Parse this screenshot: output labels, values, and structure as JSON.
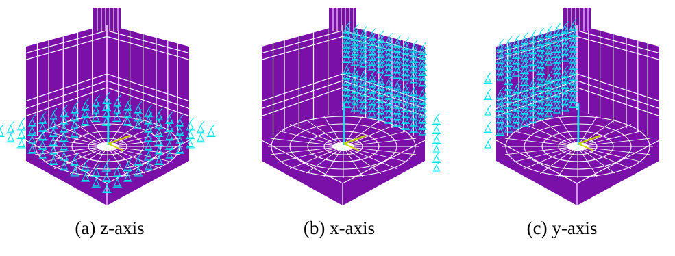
{
  "figure": {
    "panels": [
      {
        "caption": "(a) z-axis",
        "constraint_face": "floor"
      },
      {
        "caption": "(b) x-axis",
        "constraint_face": "right-wall"
      },
      {
        "caption": "(c) y-axis",
        "constraint_face": "left-wall"
      }
    ],
    "colors": {
      "mesh_fill": "#7b10a8",
      "mesh_lines": "#ffffff",
      "constraint_symbols": "#00e5ee",
      "axis_triad": "#c8d400",
      "background": "#ffffff"
    },
    "icons": [
      "fixed-support-symbol",
      "coordinate-triad"
    ]
  }
}
